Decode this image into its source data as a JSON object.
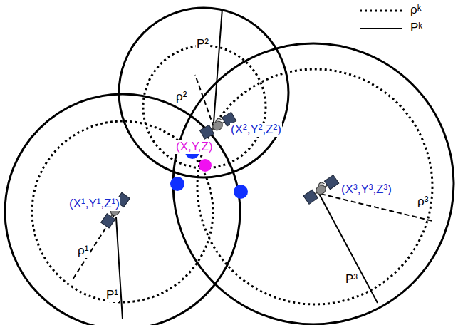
{
  "diagram": {
    "labels": [
      "P²",
      "ρ²",
      "(X²,Y²,Z²)",
      "(X,Y,Z)",
      "(X¹,Y¹,Z¹)",
      "ρ¹",
      "P¹",
      "(X³,Y³,Z³)",
      "ρ³",
      "P³"
    ],
    "legend": [
      {
        "text": "ρᵏ"
      },
      {
        "text": "Pᵏ"
      }
    ]
  }
}
